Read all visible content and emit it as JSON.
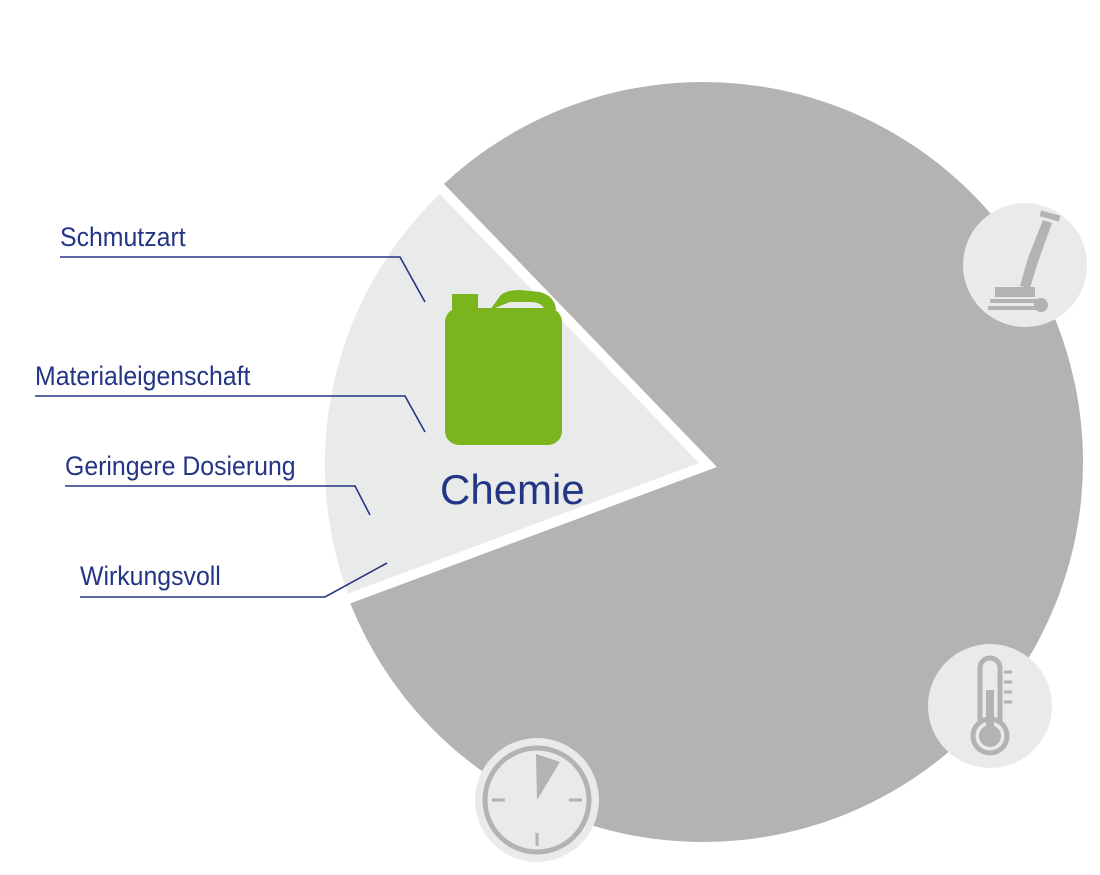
{
  "title": "Chemie",
  "labels": [
    "Schmutzart",
    "Materialeigenschaft",
    "Geringere Dosierung",
    "Wirkungsvoll"
  ],
  "icons": [
    "floor-machine-icon",
    "thermometer-icon",
    "clock-icon",
    "canister-icon"
  ],
  "colors": {
    "dark": "#b3b3b3",
    "light": "#e9eaea",
    "accent": "#7ab51d",
    "text": "#233584"
  }
}
